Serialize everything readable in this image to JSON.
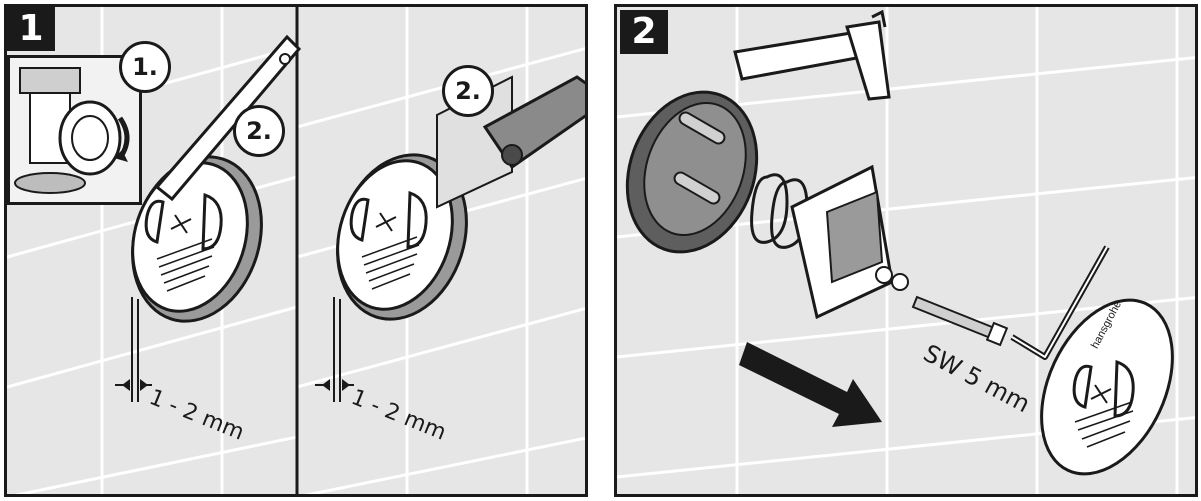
{
  "step1": {
    "badge": "1",
    "inset_label": "1.",
    "left_label": "2.",
    "right_label": "2.",
    "dim_left": "1 - 2 mm",
    "dim_right": "1 - 2 mm"
  },
  "step2": {
    "badge": "2",
    "tool_size": "SW 5 mm",
    "brand": "hansgrohe"
  }
}
